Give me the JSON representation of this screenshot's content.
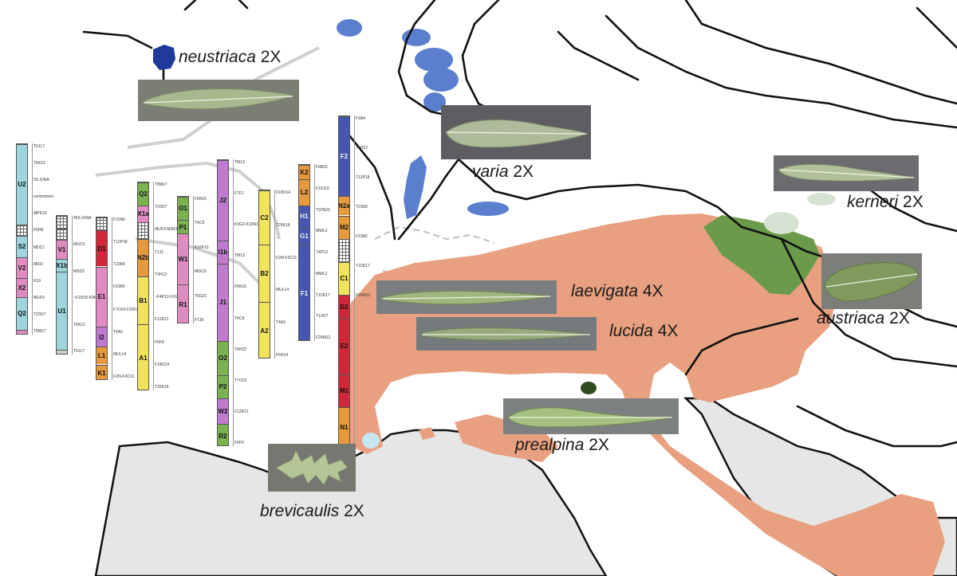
{
  "colors": {
    "range_tetraploid": "#e8a080",
    "neustriaca": "#1f3a9a",
    "varia": "#5b7fce",
    "austriaca": "#6a9a4a",
    "kerneri": "#d7e3d2",
    "brevicaulis": "#c7e6f2",
    "sea": "#e6e6e6",
    "river": "#111111"
  },
  "taxa": [
    {
      "name": "neustriaca",
      "ploidy": "2X"
    },
    {
      "name": "varia",
      "ploidy": "2X"
    },
    {
      "name": "kerneri",
      "ploidy": "2X"
    },
    {
      "name": "laevigata",
      "ploidy": "4X"
    },
    {
      "name": "lucida",
      "ploidy": "4X"
    },
    {
      "name": "austriaca",
      "ploidy": "2X"
    },
    {
      "name": "prealpina",
      "ploidy": "2X"
    },
    {
      "name": "brevicaulis",
      "ploidy": "2X"
    }
  ],
  "karyotype": {
    "chromosomes": [
      {
        "segments": [
          "U2",
          "",
          "S2",
          "V2",
          "X2",
          "Q2",
          ""
        ]
      },
      {
        "segments": [
          "",
          "",
          "V1",
          "X1b",
          "U1",
          ""
        ]
      },
      {
        "segments": [
          "",
          "D1",
          "E1",
          "I2",
          "L1",
          "K1"
        ]
      },
      {
        "segments": [
          "Q2",
          "X1a",
          "",
          "N2b",
          "B1",
          "A1"
        ]
      },
      {
        "segments": [
          "O1",
          "P1",
          "W1",
          "R1"
        ]
      },
      {
        "segments": [
          "J2",
          "I1b",
          "J1",
          "O2",
          "P2",
          "W2",
          "R2"
        ]
      },
      {
        "segments": [
          "C2",
          "B2",
          "A2"
        ]
      },
      {
        "segments": [
          "K2",
          "L2",
          "H1",
          "G1",
          "F1"
        ]
      },
      {
        "segments": [
          "F2",
          "N2a",
          "M2",
          "",
          "C1",
          "D2",
          "E2",
          "M1",
          "N1"
        ]
      }
    ],
    "markers": [
      "T5J17",
      "T6K21",
      "5S rDNA",
      "centromere",
      "MPK23",
      "F5H8",
      "MDC1",
      "MID2",
      "K19",
      "MUF9",
      "T20O7",
      "T8M17",
      "45S rDNA",
      "MGO1",
      "MSD2",
      "~F15O5-K9I9",
      "T6K21",
      "T5J17",
      "F15N6",
      "T12P18",
      "T23K8",
      "F23A5",
      "F7O24-F20F21",
      "T4A2",
      "MUL14",
      "F2I9-F3C11",
      "T8M17",
      "T20O7",
      "MUF9-M3K3",
      "T1J1",
      "T3H13",
      "~F4P12-F16M2",
      "F12K21",
      "F6F9",
      "F18O14",
      "T25K16",
      "F6N15",
      "T4C9",
      "K16F13",
      "MGO3",
      "T6G21",
      "F7J8",
      "T8I13",
      "F7F1",
      "K3G3-K16N12",
      "T8I13",
      "F6N15",
      "T4C9",
      "T6H22",
      "T7O23",
      "F12K21",
      "F6F9",
      "F18O14",
      "T25K16",
      "F2I9-F3C11",
      "MUL14",
      "T4A2",
      "F5H14",
      "F9B22",
      "F16J10",
      "T22N22",
      "MWL2",
      "T4P13",
      "MWL2",
      "T10D17",
      "T13O7",
      "F24M12",
      "F3A4",
      "T6H22",
      "T12P18",
      "T23K8",
      "F23A5",
      "T10D17",
      "F24M12"
    ]
  }
}
